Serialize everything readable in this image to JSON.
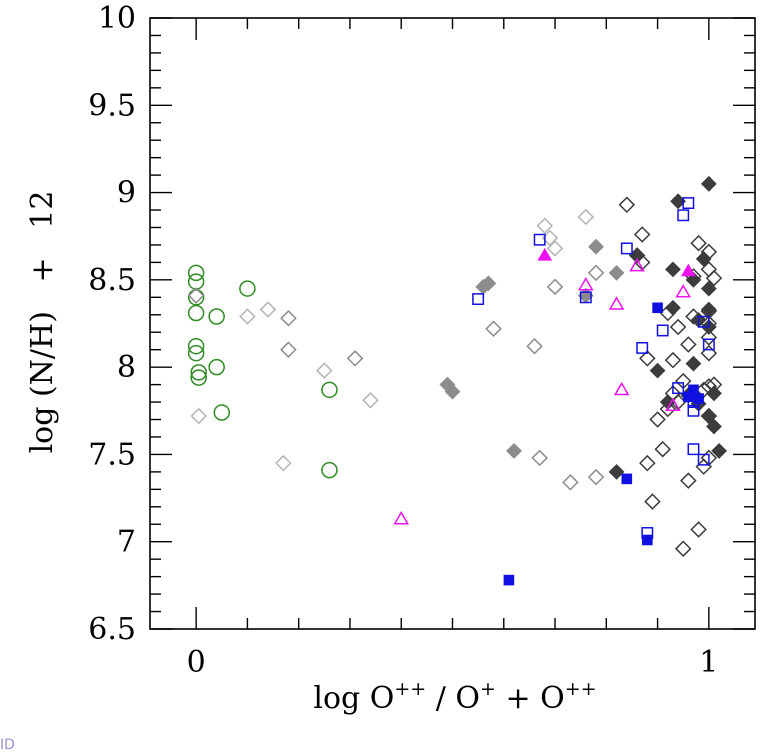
{
  "chart_data": {
    "type": "scatter",
    "xlim": [
      -0.09,
      1.09
    ],
    "ylim": [
      6.5,
      10
    ],
    "x_ticks": [
      0,
      1
    ],
    "x_minor_step": 0.1,
    "y_ticks": [
      6.5,
      7,
      7.5,
      8,
      8.5,
      9,
      9.5,
      10
    ],
    "y_tick_labels": [
      "6.5",
      "7",
      "7.5",
      "8",
      "8.5",
      "9",
      "9.5",
      "10"
    ],
    "y_minor_step": 0.1,
    "grid": false,
    "xlabel": {
      "base1": "log O",
      "sup1": "++",
      "mid": " / O",
      "sup2": "+",
      "base2": " + O",
      "sup3": "++"
    },
    "ylabel": "log (N/H)   +   12",
    "corner_mark": "ID",
    "colors": {
      "green": "#2e8b22",
      "light_gray": "#b4b4b4",
      "gray": "#8c8c8c",
      "dark": "#3c3c3c",
      "blue": "#1010e0",
      "magenta": "#ee10ee"
    },
    "series": [
      {
        "marker": "circle-open",
        "color": "#2e8b22",
        "points": [
          [
            0.0,
            8.54
          ],
          [
            0.0,
            8.49
          ],
          [
            0.0,
            8.4
          ],
          [
            0.0,
            8.31
          ],
          [
            0.0,
            8.12
          ],
          [
            0.0,
            8.08
          ],
          [
            0.005,
            7.97
          ],
          [
            0.005,
            7.94
          ],
          [
            0.04,
            8.29
          ],
          [
            0.04,
            8.0
          ],
          [
            0.05,
            7.74
          ],
          [
            0.1,
            8.45
          ],
          [
            0.26,
            7.87
          ],
          [
            0.26,
            7.41
          ]
        ]
      },
      {
        "marker": "diamond-open",
        "color": "#b4b4b4",
        "points": [
          [
            0.005,
            7.72
          ],
          [
            0.1,
            8.29
          ],
          [
            0.14,
            8.33
          ],
          [
            0.17,
            7.45
          ],
          [
            0.25,
            7.98
          ],
          [
            0.34,
            7.81
          ],
          [
            0.68,
            8.81
          ],
          [
            0.69,
            8.74
          ],
          [
            0.7,
            8.68
          ],
          [
            0.76,
            8.86
          ]
        ]
      },
      {
        "marker": "diamond-open",
        "color": "#8c8c8c",
        "points": [
          [
            0.0,
            8.41
          ],
          [
            0.18,
            8.28
          ],
          [
            0.18,
            8.1
          ],
          [
            0.31,
            8.05
          ],
          [
            0.58,
            8.22
          ],
          [
            0.66,
            8.12
          ],
          [
            0.67,
            7.48
          ],
          [
            0.7,
            8.46
          ],
          [
            0.73,
            7.34
          ],
          [
            0.78,
            7.37
          ],
          [
            0.78,
            8.54
          ]
        ]
      },
      {
        "marker": "diamond-filled",
        "color": "#8c8c8c",
        "points": [
          [
            0.49,
            7.9
          ],
          [
            0.5,
            7.86
          ],
          [
            0.56,
            8.46
          ],
          [
            0.57,
            8.48
          ],
          [
            0.62,
            7.52
          ],
          [
            0.78,
            8.69
          ],
          [
            0.82,
            8.54
          ],
          [
            0.76,
            8.41
          ]
        ]
      },
      {
        "marker": "diamond-open",
        "color": "#3c3c3c",
        "points": [
          [
            0.84,
            8.93
          ],
          [
            0.86,
            8.64
          ],
          [
            0.87,
            8.6
          ],
          [
            0.87,
            8.76
          ],
          [
            0.88,
            8.05
          ],
          [
            0.88,
            7.45
          ],
          [
            0.89,
            7.23
          ],
          [
            0.9,
            7.7
          ],
          [
            0.91,
            7.53
          ],
          [
            0.92,
            7.76
          ],
          [
            0.92,
            8.31
          ],
          [
            0.93,
            7.85
          ],
          [
            0.93,
            8.04
          ],
          [
            0.94,
            8.23
          ],
          [
            0.94,
            7.8
          ],
          [
            0.95,
            7.92
          ],
          [
            0.95,
            6.96
          ],
          [
            0.96,
            7.35
          ],
          [
            0.96,
            8.13
          ],
          [
            0.97,
            8.29
          ],
          [
            0.97,
            8.52
          ],
          [
            0.98,
            8.71
          ],
          [
            0.98,
            7.07
          ],
          [
            0.99,
            7.43
          ],
          [
            0.99,
            7.87
          ],
          [
            1.0,
            8.66
          ],
          [
            1.0,
            8.56
          ],
          [
            1.0,
            8.32
          ],
          [
            1.0,
            8.25
          ],
          [
            1.0,
            8.17
          ],
          [
            1.0,
            8.08
          ],
          [
            1.0,
            7.89
          ],
          [
            1.0,
            7.72
          ],
          [
            1.0,
            7.48
          ],
          [
            1.01,
            8.51
          ],
          [
            1.01,
            7.9
          ]
        ]
      },
      {
        "marker": "diamond-filled",
        "color": "#3c3c3c",
        "points": [
          [
            0.82,
            7.4
          ],
          [
            0.86,
            8.64
          ],
          [
            0.9,
            7.98
          ],
          [
            0.92,
            7.8
          ],
          [
            0.93,
            8.34
          ],
          [
            0.93,
            8.56
          ],
          [
            0.94,
            8.95
          ],
          [
            0.96,
            7.84
          ],
          [
            0.97,
            8.5
          ],
          [
            0.97,
            8.02
          ],
          [
            0.98,
            8.27
          ],
          [
            0.99,
            8.62
          ],
          [
            1.0,
            9.05
          ],
          [
            1.0,
            8.45
          ],
          [
            1.0,
            8.33
          ],
          [
            1.0,
            8.23
          ],
          [
            1.0,
            7.72
          ],
          [
            1.01,
            7.66
          ],
          [
            1.02,
            7.52
          ],
          [
            1.01,
            7.85
          ],
          [
            0.98,
            7.79
          ]
        ]
      },
      {
        "marker": "square-open",
        "color": "#1010e0",
        "points": [
          [
            0.55,
            8.39
          ],
          [
            0.67,
            8.73
          ],
          [
            0.76,
            8.4
          ],
          [
            0.84,
            8.68
          ],
          [
            0.87,
            8.11
          ],
          [
            0.88,
            7.05
          ],
          [
            0.91,
            8.21
          ],
          [
            0.94,
            7.88
          ],
          [
            0.95,
            8.87
          ],
          [
            0.96,
            8.94
          ],
          [
            0.97,
            7.8
          ],
          [
            0.97,
            7.75
          ],
          [
            0.97,
            7.53
          ],
          [
            0.99,
            8.26
          ],
          [
            0.99,
            7.47
          ],
          [
            1.0,
            8.13
          ]
        ]
      },
      {
        "marker": "square-filled",
        "color": "#1010e0",
        "points": [
          [
            0.61,
            6.78
          ],
          [
            0.84,
            7.36
          ],
          [
            0.88,
            7.01
          ],
          [
            0.9,
            8.34
          ],
          [
            0.96,
            7.83
          ],
          [
            0.97,
            7.87
          ],
          [
            0.98,
            7.82
          ]
        ]
      },
      {
        "marker": "triangle-open",
        "color": "#ee10ee",
        "points": [
          [
            0.4,
            7.13
          ],
          [
            0.76,
            8.47
          ],
          [
            0.82,
            8.36
          ],
          [
            0.83,
            7.87
          ],
          [
            0.86,
            8.58
          ],
          [
            0.93,
            7.78
          ],
          [
            0.95,
            8.43
          ]
        ]
      },
      {
        "marker": "triangle-filled",
        "color": "#ee10ee",
        "points": [
          [
            0.68,
            8.64
          ],
          [
            0.96,
            8.55
          ]
        ]
      }
    ]
  }
}
